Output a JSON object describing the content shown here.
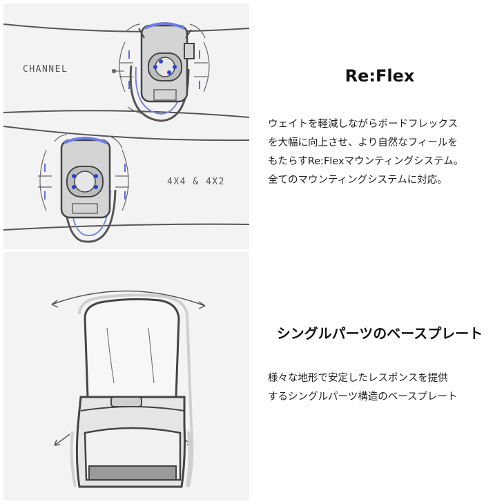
{
  "colors": {
    "panel_bg": "#f3f3f3",
    "line": "#555555",
    "accent_blue": "#2a3fd6",
    "hardware_gray": "#bdbdbd"
  },
  "illustration_top": {
    "channel_label": "CHANNEL",
    "mount_label": "4X4 & 4X2"
  },
  "section_reflex": {
    "title": "Re:Flex",
    "lines": [
      "ウェイトを軽減しながらボードフレックス",
      "を大幅に向上させ、より自然なフィールを",
      "もたらすRe:Flexマウンティングシステム。",
      "全てのマウンティングシステムに対応。"
    ]
  },
  "section_baseplate": {
    "title": "シングルパーツのベースプレート",
    "lines": [
      "様々な地形で安定したレスポンスを提供",
      "するシングルパーツ構造のベースプレート"
    ]
  }
}
